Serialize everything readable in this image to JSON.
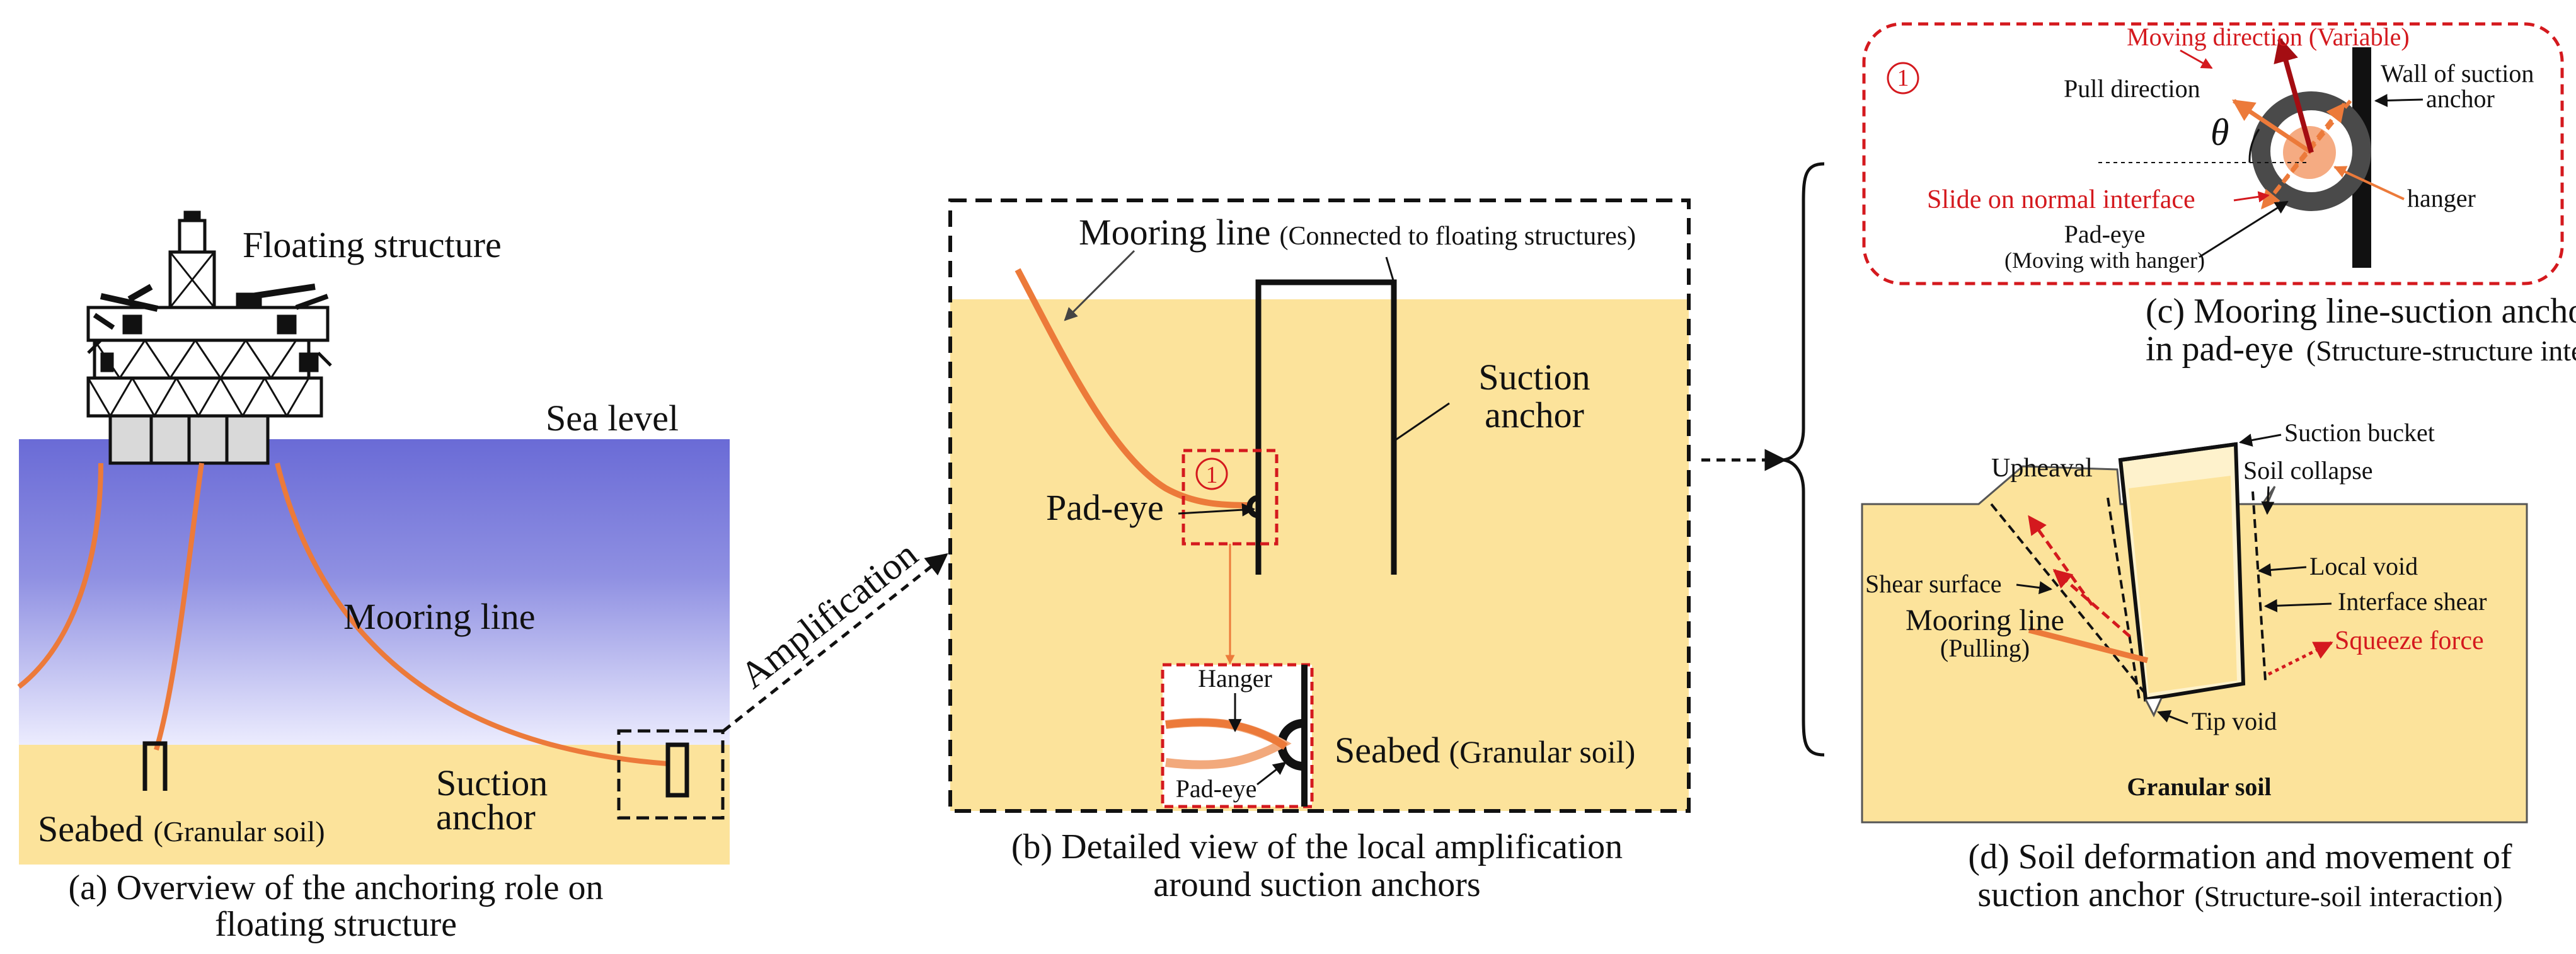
{
  "colors": {
    "sea_top": "#6a6bd6",
    "sea_bottom": "#e8e8ff",
    "seabed": "#fce39b",
    "mooring_line": "#ec7a3a",
    "red_annotation": "#d4191e",
    "dark_red_arrow": "#a40d12",
    "black": "#111111"
  },
  "panel_a": {
    "floating_structure": "Floating structure",
    "sea_level": "Sea level",
    "mooring_line": "Mooring line",
    "seabed_main": "Seabed",
    "seabed_paren": "(Granular soil)",
    "suction_line1": "Suction",
    "suction_line2": "anchor",
    "amplification": "Amplification",
    "caption_line1": "(a) Overview of the anchoring role on",
    "caption_line2": "floating structure"
  },
  "panel_b": {
    "mooring_main": "Mooring line",
    "mooring_paren": "(Connected to floating structures)",
    "suction_line1": "Suction",
    "suction_line2": "anchor",
    "pad_eye": "Pad-eye",
    "marker_1": "①",
    "hanger": "Hanger",
    "inset_pad_eye": "Pad-eye",
    "seabed_main": "Seabed",
    "seabed_paren": "(Granular soil)",
    "caption_line1": "(b) Detailed view of the local amplification",
    "caption_line2": "around suction anchors"
  },
  "panel_c": {
    "marker_1": "①",
    "moving_direction": "Moving direction (Variable)",
    "pull_direction": "Pull direction",
    "theta": "θ",
    "wall_line1": "Wall of suction",
    "wall_line2": "anchor",
    "slide": "Slide on normal interface",
    "hanger": "hanger",
    "pad_eye": "Pad-eye",
    "moving_with_hanger": "(Moving with hanger)",
    "caption_line1": "(c) Mooring line-suction anchor interaction",
    "caption_line2_main": "in pad-eye",
    "caption_line2_paren": "(Structure-structure interaction)"
  },
  "panel_d": {
    "suction_bucket": "Suction bucket",
    "upheaval": "Upheaval",
    "soil_collapse": "Soil collapse",
    "local_void": "Local void",
    "interface_shear": "Interface shear",
    "shear_surface": "Shear surface",
    "mooring_line": "Mooring line",
    "pulling": "(Pulling)",
    "squeeze_force": "Squeeze force",
    "tip_void": "Tip void",
    "granular_soil": "Granular soil",
    "caption_line1": "(d) Soil deformation and movement of",
    "caption_line2_main": "suction anchor",
    "caption_line2_paren": "(Structure-soil interaction)"
  }
}
